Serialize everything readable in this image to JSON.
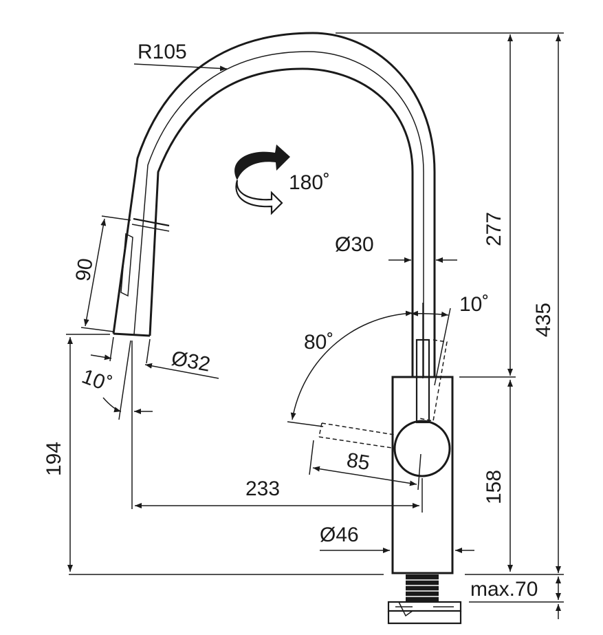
{
  "dimensions": {
    "bend_radius": "R105",
    "swivel": "180˚",
    "spout_diameter": "Ø30",
    "spout_height": "277",
    "total_height": "435",
    "lever_tilt": "10˚",
    "lever_range": "80˚",
    "spray_length": "90",
    "spray_diameter": "Ø32",
    "spray_angle": "10˚",
    "outlet_height": "194",
    "lever_length": "85",
    "reach": "233",
    "body_height": "158",
    "body_diameter": "Ø46",
    "max_thickness": "max.70"
  }
}
